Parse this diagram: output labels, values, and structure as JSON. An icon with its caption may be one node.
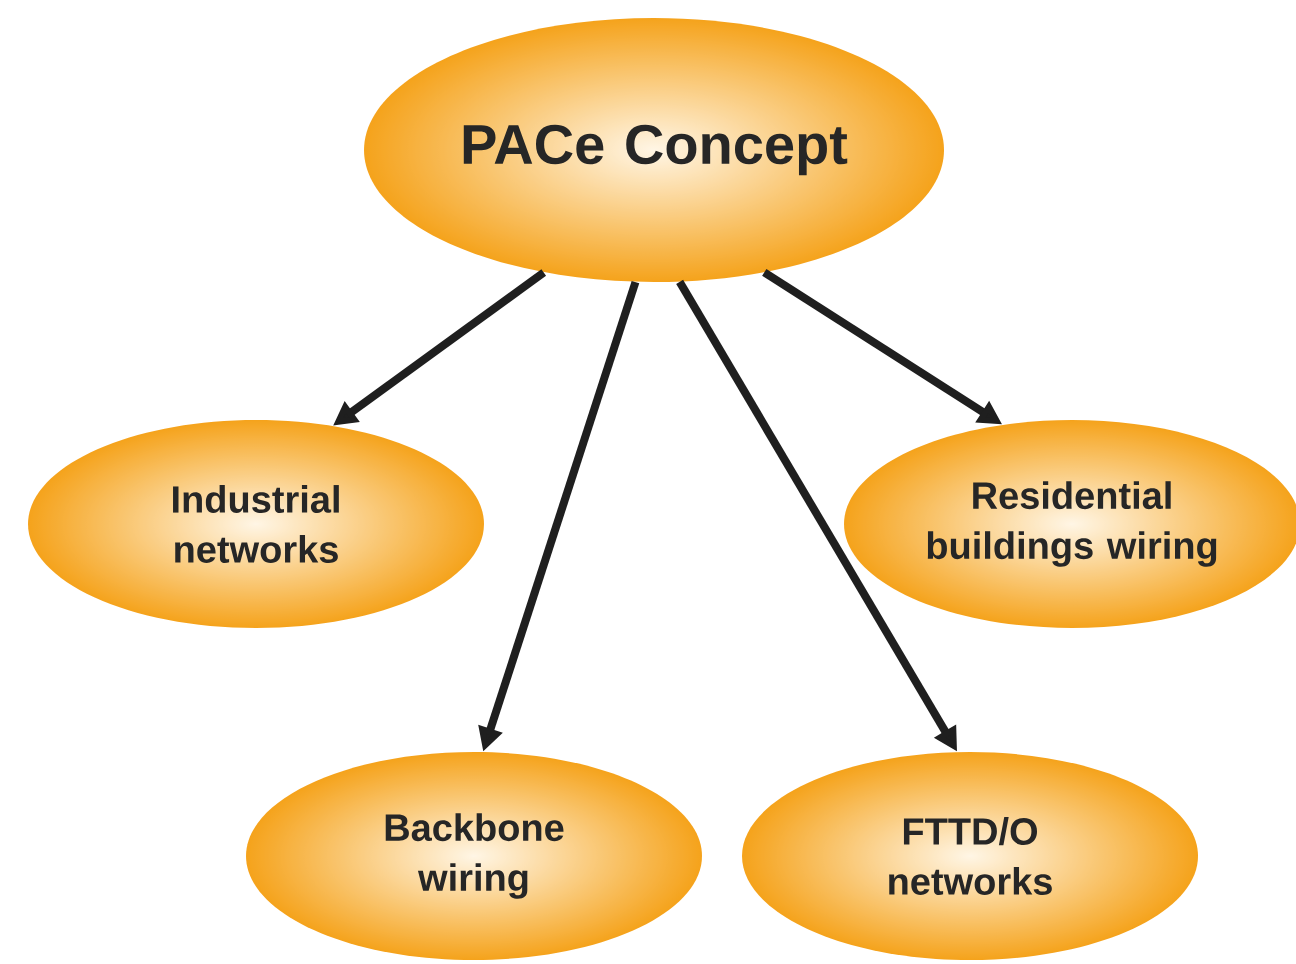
{
  "diagram": {
    "nodes": [
      {
        "text": [
          "PACe Concept"
        ]
      },
      {
        "text": [
          "Industrial networks"
        ]
      },
      {
        "text": [
          "Residential buildings wiring"
        ]
      },
      {
        "text": [
          "Backbone wiring"
        ]
      },
      {
        "text": [
          "FTTD/O networks"
        ]
      }
    ],
    "edges": [
      {
        "from": 0,
        "to": 1,
        "arrow": "to"
      },
      {
        "from": 0,
        "to": 2,
        "arrow": "to"
      },
      {
        "from": 0,
        "to": 3,
        "arrow": "to"
      },
      {
        "from": 0,
        "to": 4,
        "arrow": "to"
      }
    ]
  }
}
